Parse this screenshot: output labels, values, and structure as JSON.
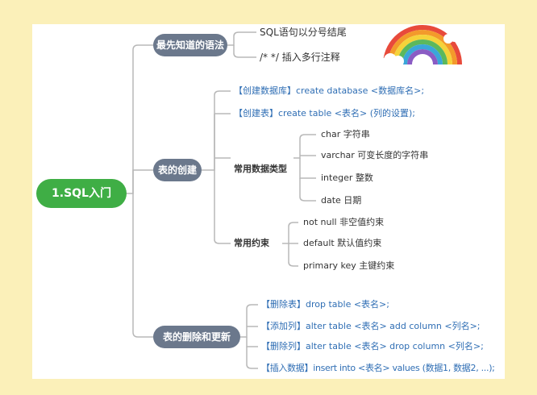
{
  "root": {
    "label": "1.SQL入门"
  },
  "branches": [
    {
      "label": "最先知道的语法",
      "items": [
        "SQL语句以分号结尾",
        "/*  */  插入多行注释"
      ]
    },
    {
      "label": "表的创建",
      "items": [
        "【创建数据库】create database <数据库名>;",
        "【创建表】create table <表名> (列的设置);"
      ],
      "sub": [
        {
          "label": "常用数据类型",
          "items": [
            "char 字符串",
            "varchar 可变长度的字符串",
            "integer 整数",
            "date 日期"
          ]
        },
        {
          "label": "常用约束",
          "items": [
            "not null 非空值约束",
            "default 默认值约束",
            "primary key 主键约束"
          ]
        }
      ]
    },
    {
      "label": "表的删除和更新",
      "items": [
        "【删除表】drop table <表名>;",
        "【添加列】alter table <表名> add column <列名>;",
        "【删除列】alter table <表名> drop column <列名>;",
        "【插入数据】insert into <表名> values (数据1, 数据2, ...);"
      ]
    }
  ],
  "colors": {
    "root": "#3fae45",
    "branch": "#6b788c",
    "line": "#b8b8b8",
    "keyword": "#2f6eb4",
    "background": "#fbf0b9"
  }
}
